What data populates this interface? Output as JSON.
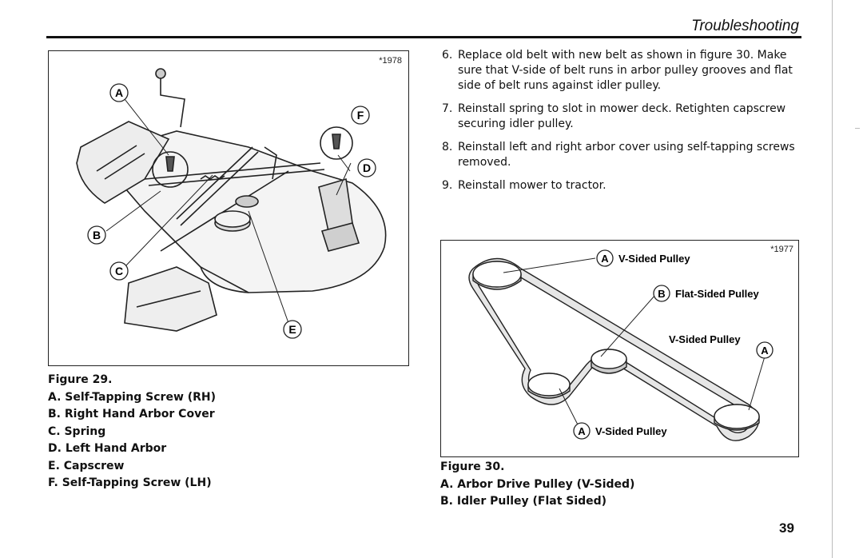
{
  "header": {
    "title": "Troubleshooting"
  },
  "figure29": {
    "id": "*1978",
    "callouts": [
      "A",
      "B",
      "C",
      "D",
      "E",
      "F"
    ],
    "caption": {
      "title": "Figure 29.",
      "items": [
        "A. Self-Tapping Screw (RH)",
        "B. Right Hand Arbor Cover",
        "C. Spring",
        "D. Left Hand Arbor",
        "E. Capscrew",
        "F. Self-Tapping Screw (LH)"
      ]
    }
  },
  "steps": [
    {
      "num": "6.",
      "text": "Replace old belt with new belt as shown in figure 30. Make sure that V-side of belt runs in arbor pulley grooves and flat side of belt runs against idler pulley."
    },
    {
      "num": "7.",
      "text": "Reinstall spring to slot in mower deck. Retighten capscrew securing idler pulley."
    },
    {
      "num": "8.",
      "text": "Reinstall left and right arbor cover using self-tapping screws removed."
    },
    {
      "num": "9.",
      "text": "Reinstall mower to tractor."
    }
  ],
  "figure30": {
    "id": "*1977",
    "labels": {
      "a_top_letter": "A",
      "a_top_text": "V-Sided Pulley",
      "b_letter": "B",
      "b_text": "Flat-Sided Pulley",
      "a_right_letter": "A",
      "a_right_text": "V-Sided Pulley",
      "a_bottom_letter": "A",
      "a_bottom_text": "V-Sided Pulley"
    },
    "caption": {
      "title": "Figure 30.",
      "items": [
        "A. Arbor Drive Pulley (V-Sided)",
        "B. Idler Pulley (Flat Sided)"
      ]
    }
  },
  "page_number": "39"
}
